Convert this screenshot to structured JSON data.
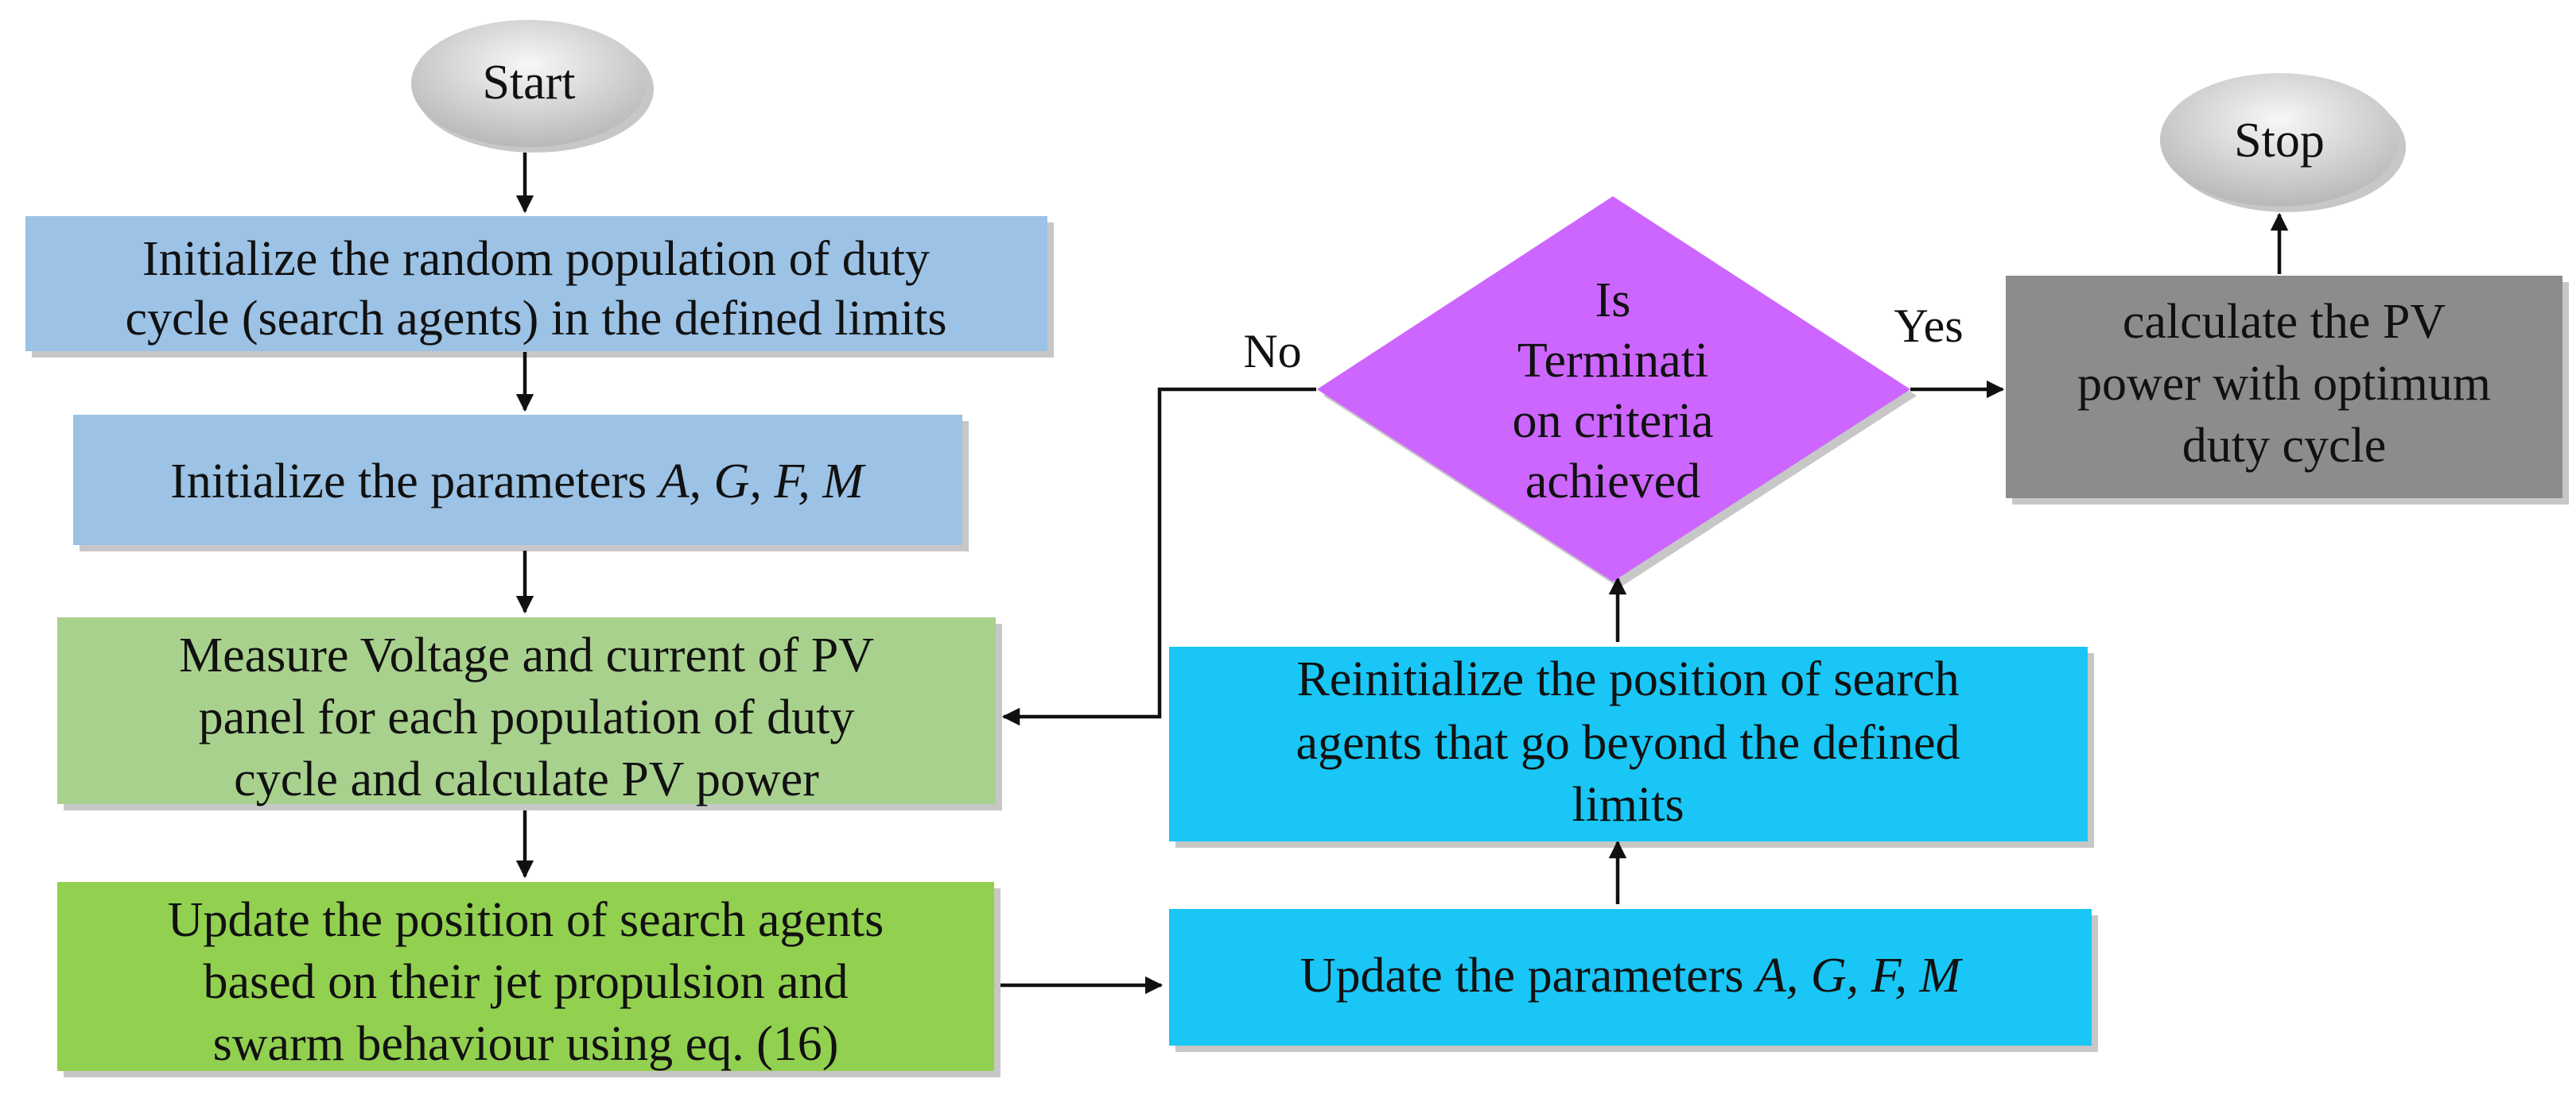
{
  "nodes": {
    "start": {
      "label": "Start"
    },
    "stop": {
      "label": "Stop"
    },
    "init_population": {
      "lines": [
        "Initialize the random population of duty",
        "cycle (search agents) in the defined limits"
      ]
    },
    "init_params": {
      "prefix": "Initialize the parameters ",
      "params": "A, G, F, M"
    },
    "measure": {
      "lines": [
        "Measure Voltage and current of PV",
        "panel for each population of duty",
        "cycle and calculate PV power"
      ]
    },
    "update_position": {
      "lines": [
        "Update the position of  search agents",
        "based on their jet propulsion and",
        "swarm behaviour  using eq. (16)"
      ]
    },
    "update_params": {
      "prefix": "Update the parameters ",
      "params": "A, G, F, M"
    },
    "reinitialize": {
      "lines": [
        "Reinitialize the position of search",
        "agents that go beyond  the defined",
        "limits"
      ]
    },
    "decision": {
      "lines": [
        "Is",
        "Terminati",
        "on criteria",
        "achieved"
      ]
    },
    "calculate": {
      "lines": [
        "calculate the PV",
        "power with optimum",
        "duty cycle"
      ]
    }
  },
  "edges": {
    "yes_label": "Yes",
    "no_label": "No"
  },
  "colors": {
    "terminal_fill": "#d9d9d9",
    "init_fill": "#9cc2e5",
    "measure_fill": "#a9d18e",
    "update_position_fill": "#92d050",
    "cyan_fill": "#19c6f5",
    "decision_fill": "#cc66ff",
    "calculate_fill": "#8c8c8c"
  }
}
